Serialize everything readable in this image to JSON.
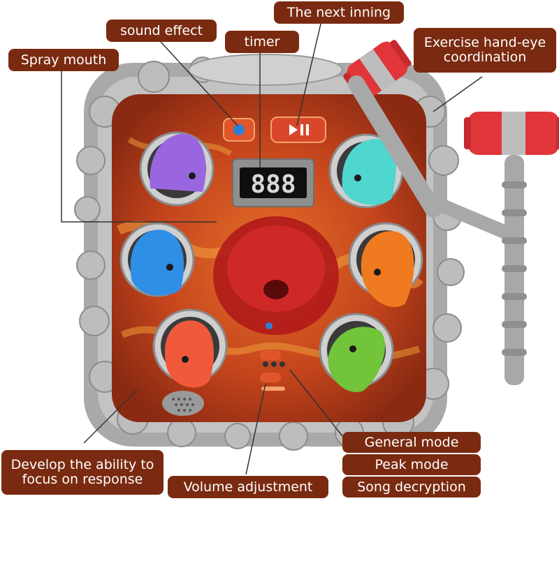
{
  "labels": {
    "spray_mouth": "Spray mouth",
    "sound_effect": "sound effect",
    "timer": "timer",
    "next_inning": "The next inning",
    "exercise_line1": "Exercise hand-eye",
    "exercise_line2": "coordination",
    "develop_line1": "Develop the ability to",
    "develop_line2": "focus on response",
    "volume_adjustment": "Volume adjustment",
    "general_mode": "General mode",
    "peak_mode": "Peak mode",
    "song_decryption": "Song decryption"
  },
  "display": {
    "digits": "888"
  },
  "colors": {
    "label_bg": "#7a2a10",
    "rock": "#b9b9b9",
    "lava": "#c8451b",
    "hammer_head": "#e0363a",
    "hammer_handle": "#a8a8a8"
  }
}
